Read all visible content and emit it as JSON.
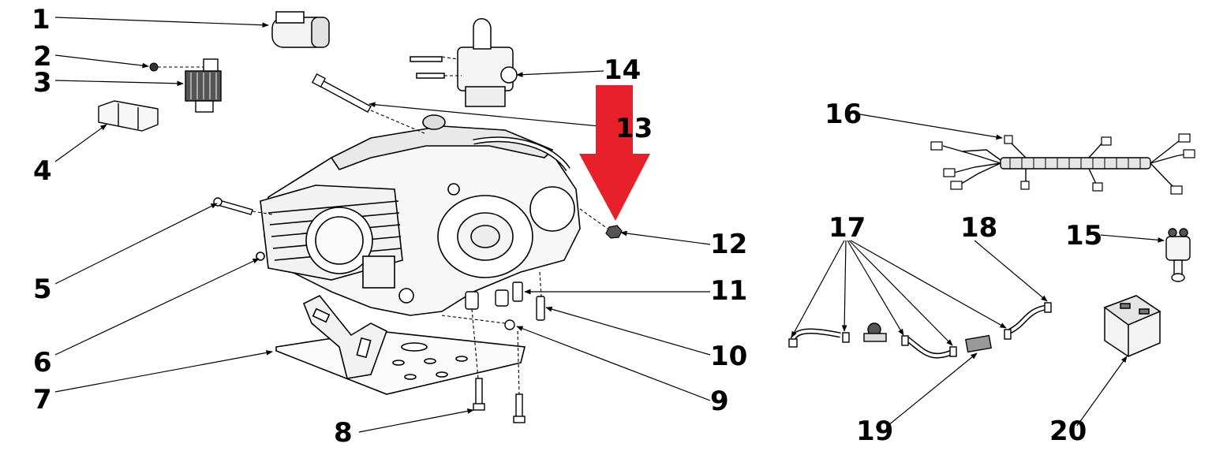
{
  "callouts": [
    "1",
    "2",
    "3",
    "4",
    "5",
    "6",
    "7",
    "8",
    "9",
    "10",
    "11",
    "12",
    "13",
    "14",
    "15",
    "16",
    "17",
    "18",
    "19",
    "20"
  ],
  "colors": {
    "line": "#000000",
    "highlight_arrow": "#e8202a",
    "part_fill": "#f4f4f4",
    "part_dark": "#3a3a3a"
  }
}
